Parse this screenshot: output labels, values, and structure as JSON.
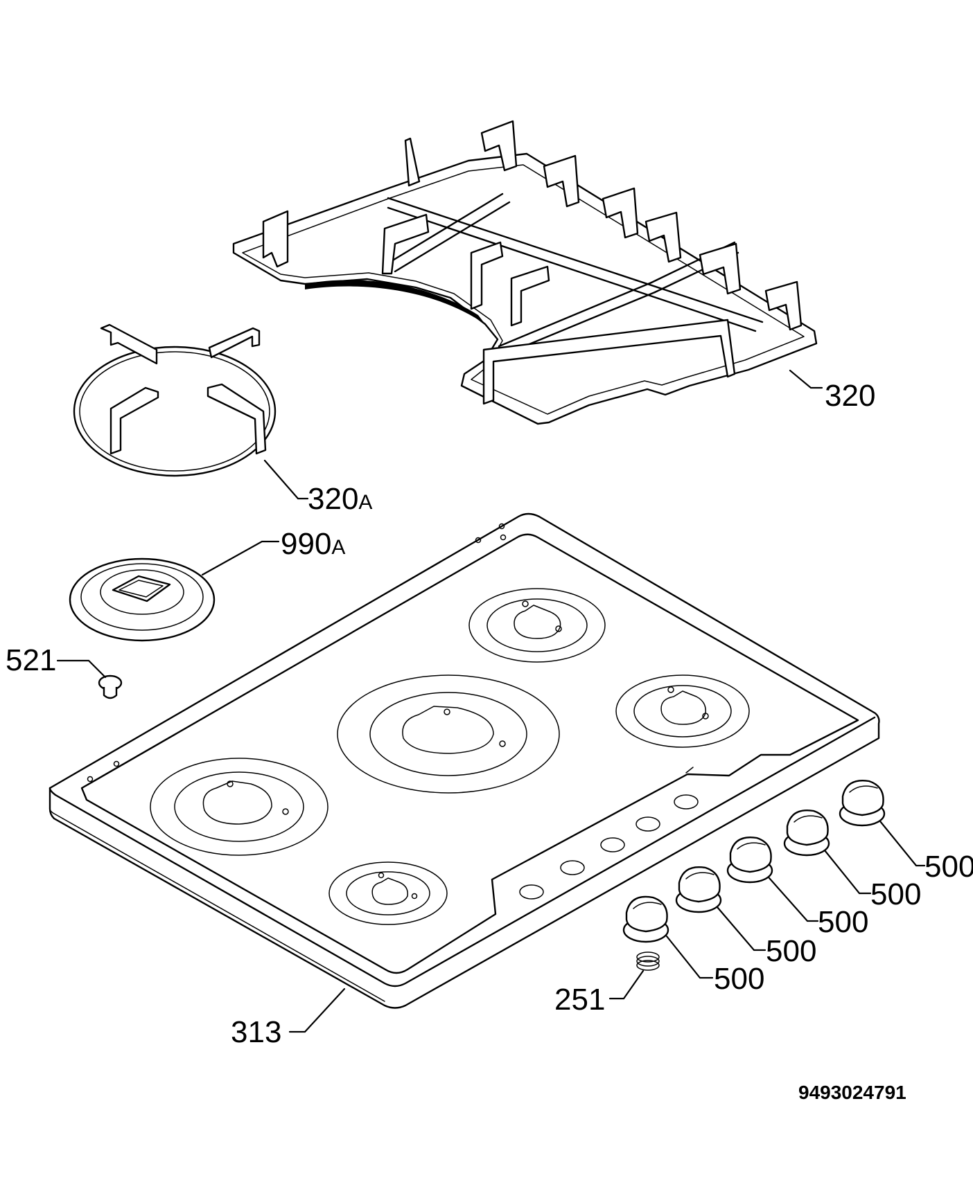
{
  "labels": {
    "grid_main": "320",
    "grid_round_num": "320",
    "grid_round_suffix": "A",
    "burner_cap_num": "990",
    "burner_cap_suffix": "A",
    "screw": "521",
    "hob_top": "313",
    "spring": "251",
    "knob1": "500",
    "knob2": "500",
    "knob3": "500",
    "knob4": "500",
    "knob5": "500"
  },
  "document_number": "9493024791"
}
